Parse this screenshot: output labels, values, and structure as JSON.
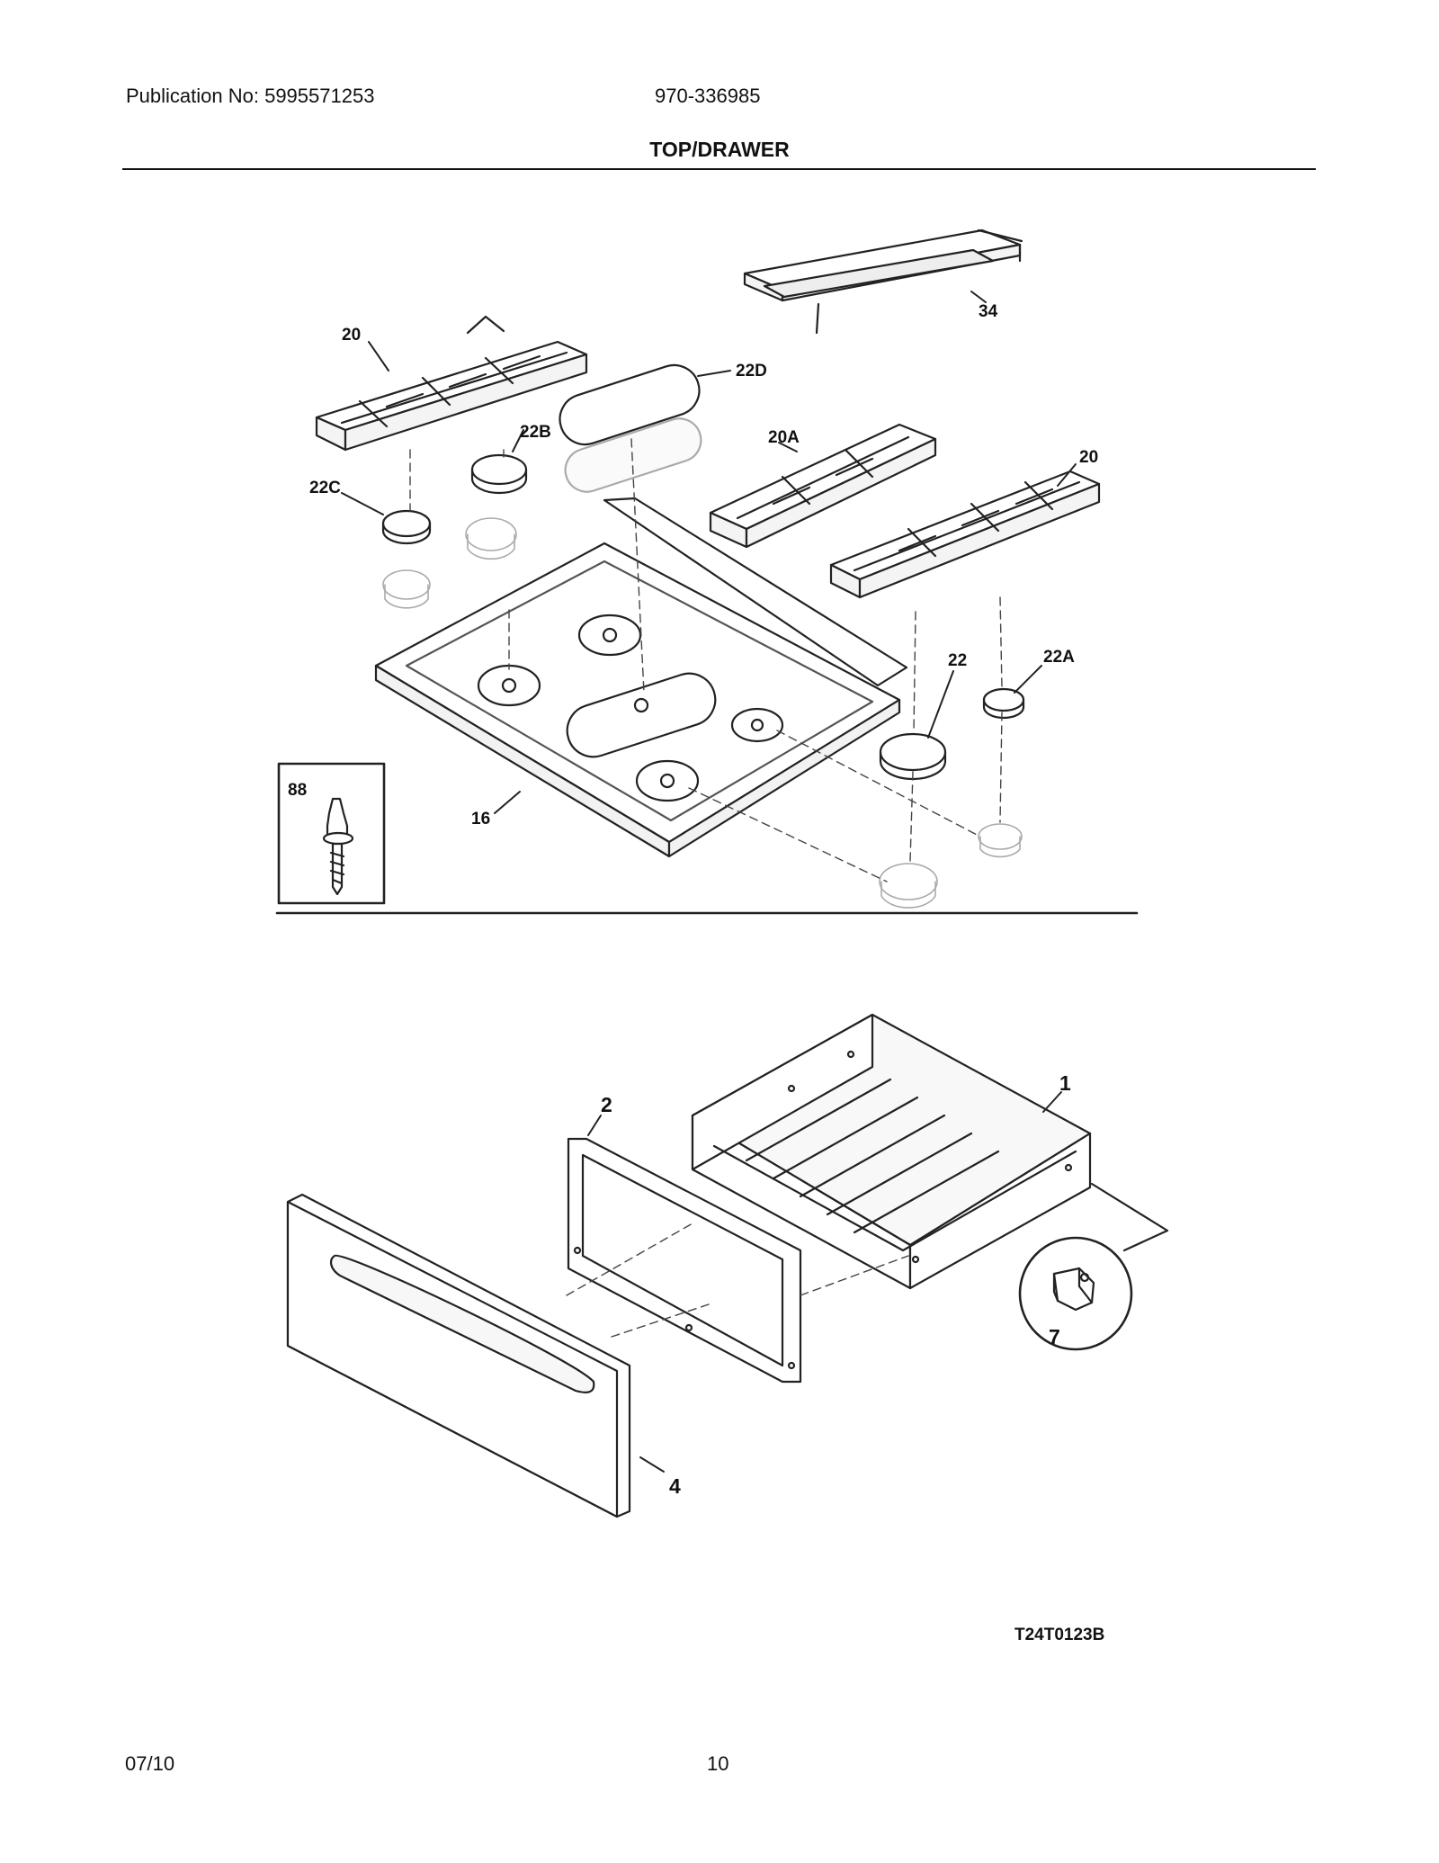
{
  "header": {
    "publication": "Publication No: 5995571253",
    "model": "970-336985",
    "title": "TOP/DRAWER"
  },
  "callouts": {
    "c34": "34",
    "c20_left": "20",
    "c22D": "22D",
    "c22B": "22B",
    "c20A": "20A",
    "c20_right": "20",
    "c22C": "22C",
    "c22": "22",
    "c22A": "22A",
    "c88": "88",
    "c16": "16",
    "c2": "2",
    "c1": "1",
    "c7": "7",
    "c4": "4"
  },
  "figure_code": "T24T0123B",
  "footer": {
    "date": "07/10",
    "page": "10"
  }
}
